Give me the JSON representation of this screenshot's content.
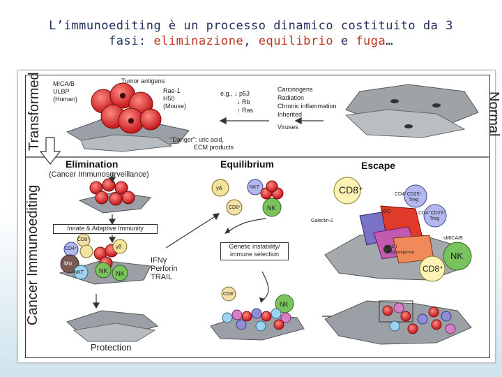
{
  "title": {
    "line1": "L’immunoediting è un processo dinamico costituito da 3",
    "line2_prefix": "fasi: ",
    "phase1": "eliminazione",
    "sep1": ", ",
    "phase2": "equilibrio",
    "sep2": " e ",
    "phase3": "fuga",
    "ellipsis": "…"
  },
  "diagram": {
    "side_transformed": "Transformed",
    "side_normal": "Normal",
    "side_immunoediting": "Cancer Immunoediting",
    "ligands_left": [
      "MICA/B",
      "ULBP",
      "(Human)"
    ],
    "tumor_antigens": "Tumor antigens",
    "ligands_right": [
      "Rae-1",
      "H50",
      "(Mouse)"
    ],
    "danger": [
      "\"Danger\": uric acid,",
      "ECM products"
    ],
    "genes": [
      "e.g., ↓ p53",
      "↓ Rb",
      "↑ Ras"
    ],
    "causes": [
      "Carcinogens",
      "Radiation",
      "Chronic inflammation",
      "Inherited",
      "Viruses"
    ],
    "elimination": "Elimination",
    "elimination_sub": "(Cancer Immunosurveillance)",
    "equilibrium": "Equilibrium",
    "escape": "Escape",
    "innate_box": "Innate & Adaptive Immunity",
    "genetic_box": [
      "Genetic instability/",
      "immune selection"
    ],
    "cytokines": [
      "IFNγ",
      "Perforin",
      "TRAIL"
    ],
    "protection": "Protection",
    "cells": {
      "cd8": "CD8⁺",
      "cd4": "CD4⁺",
      "nk": "NK",
      "nkt": "NKT",
      "gd": "γδ",
      "mo": "Mo",
      "treg1": [
        "CD4⁺CD25⁺",
        "Treg"
      ],
      "treg2": [
        "CD4⁺CD25⁺",
        "Treg"
      ],
      "ido": "IDO",
      "galectin": "Galectin-1",
      "smica": "sMICA/B",
      "mhc": [
        "MHC-I",
        "↓IFNγ response"
      ]
    }
  }
}
